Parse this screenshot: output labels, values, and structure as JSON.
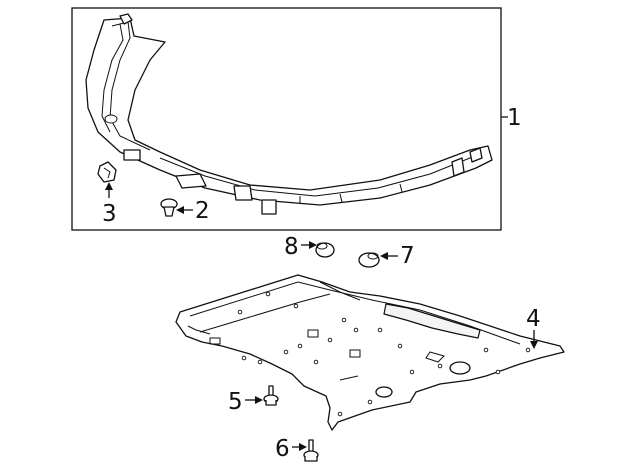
{
  "callouts": {
    "c1": "1",
    "c2": "2",
    "c3": "3",
    "c4": "4",
    "c5": "5",
    "c6": "6",
    "c7": "7",
    "c8": "8"
  },
  "colors": {
    "stroke": "#111111",
    "background": "#ffffff",
    "part_shade": "#f4f4f4"
  }
}
